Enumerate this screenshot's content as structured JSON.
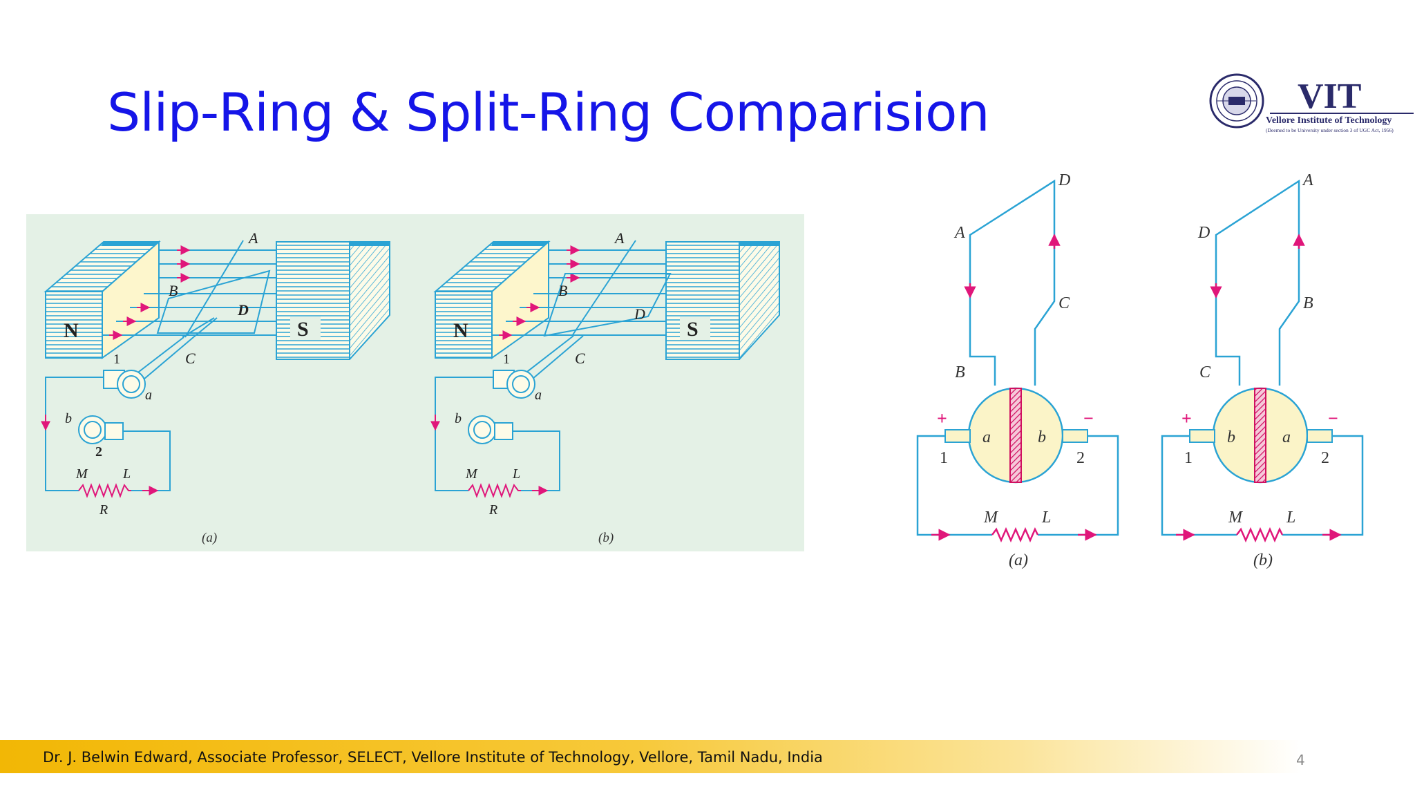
{
  "slide": {
    "title": "Slip-Ring & Split-Ring Comparision",
    "footer": "Dr. J. Belwin Edward, Associate Professor, SELECT, Vellore Institute of Technology, Vellore, Tamil Nadu, India",
    "page_number": "4"
  },
  "logo": {
    "brand": "VIT",
    "name": "Vellore Institute of Technology",
    "tagline": "(Deemed to be University under section 3 of UGC Act, 1956)"
  },
  "left_figure": {
    "north": "N",
    "south": "S",
    "panels": [
      {
        "caption": "(a)",
        "labels": {
          "A": "A",
          "B": "B",
          "C": "C",
          "D": "D",
          "one": "1",
          "two": "2",
          "a": "a",
          "b": "b",
          "M": "M",
          "L": "L",
          "R": "R"
        }
      },
      {
        "caption": "(b)",
        "labels": {
          "A": "A",
          "B": "B",
          "C": "C",
          "D": "D",
          "one": "1",
          "a": "a",
          "b": "b",
          "M": "M",
          "L": "L",
          "R": "R"
        }
      }
    ]
  },
  "right_figure": {
    "panels": [
      {
        "caption": "(a)",
        "top": "D",
        "upper_left": "A",
        "right_mid": "C",
        "lower_left": "B",
        "seg_left": "a",
        "seg_right": "b",
        "brush_left": "1",
        "brush_right": "2",
        "plus": "+",
        "minus": "−",
        "M": "M",
        "L": "L"
      },
      {
        "caption": "(b)",
        "top": "A",
        "upper_left": "D",
        "right_mid": "B",
        "lower_left": "C",
        "seg_left": "b",
        "seg_right": "a",
        "brush_left": "1",
        "brush_right": "2",
        "plus": "+",
        "minus": "−",
        "M": "M",
        "L": "L"
      }
    ]
  },
  "colors": {
    "title": "#1515e8",
    "wire": "#2aa3d4",
    "arrow": "#e0167a",
    "panel_bg": "#e4f1e6",
    "pole": "#fdf6cc",
    "footer": "#f2b705",
    "ring": "#fbf4c8"
  }
}
